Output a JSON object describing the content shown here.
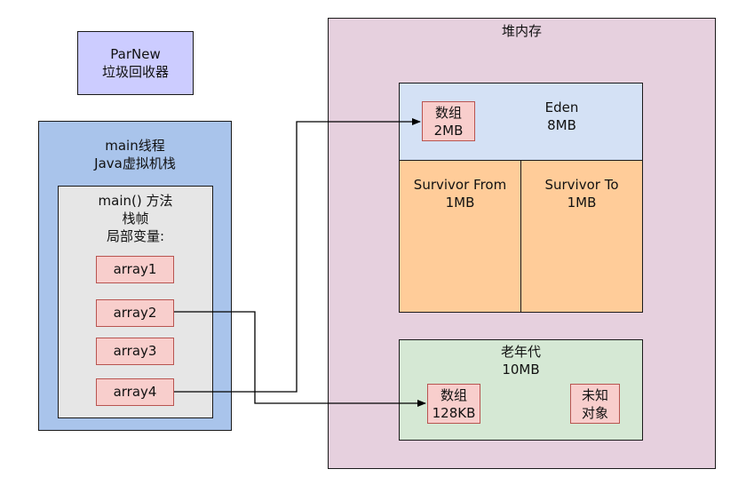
{
  "gc_box": {
    "line1": "ParNew",
    "line2": "垃圾回收器"
  },
  "thread_stack": {
    "line1": "main线程",
    "line2": "Java虚拟机栈",
    "frame": {
      "line1": "main() 方法",
      "line2": "栈帧",
      "line3": "局部变量:",
      "variables": [
        "array1",
        "array2",
        "array3",
        "array4"
      ]
    }
  },
  "heap": {
    "title": "堆内存",
    "eden": {
      "name": "Eden",
      "size": "8MB",
      "object": {
        "line1": "数组",
        "line2": "2MB"
      }
    },
    "survivor_from": {
      "name": "Survivor From",
      "size": "1MB"
    },
    "survivor_to": {
      "name": "Survivor To",
      "size": "1MB"
    },
    "old_gen": {
      "name": "老年代",
      "size": "10MB",
      "object": {
        "line1": "数组",
        "line2": "128KB"
      },
      "unknown": {
        "line1": "未知",
        "line2": "对象"
      }
    }
  },
  "colors": {
    "gc_fill": "#ccccff",
    "stack_fill": "#a9c4eb",
    "frame_fill": "#e6e6e6",
    "heap_fill": "#e6d0de",
    "eden_fill": "#d4e1f5",
    "survivor_fill": "#ffcc99",
    "old_fill": "#d5e8d4",
    "var_fill": "#f8cecc"
  }
}
